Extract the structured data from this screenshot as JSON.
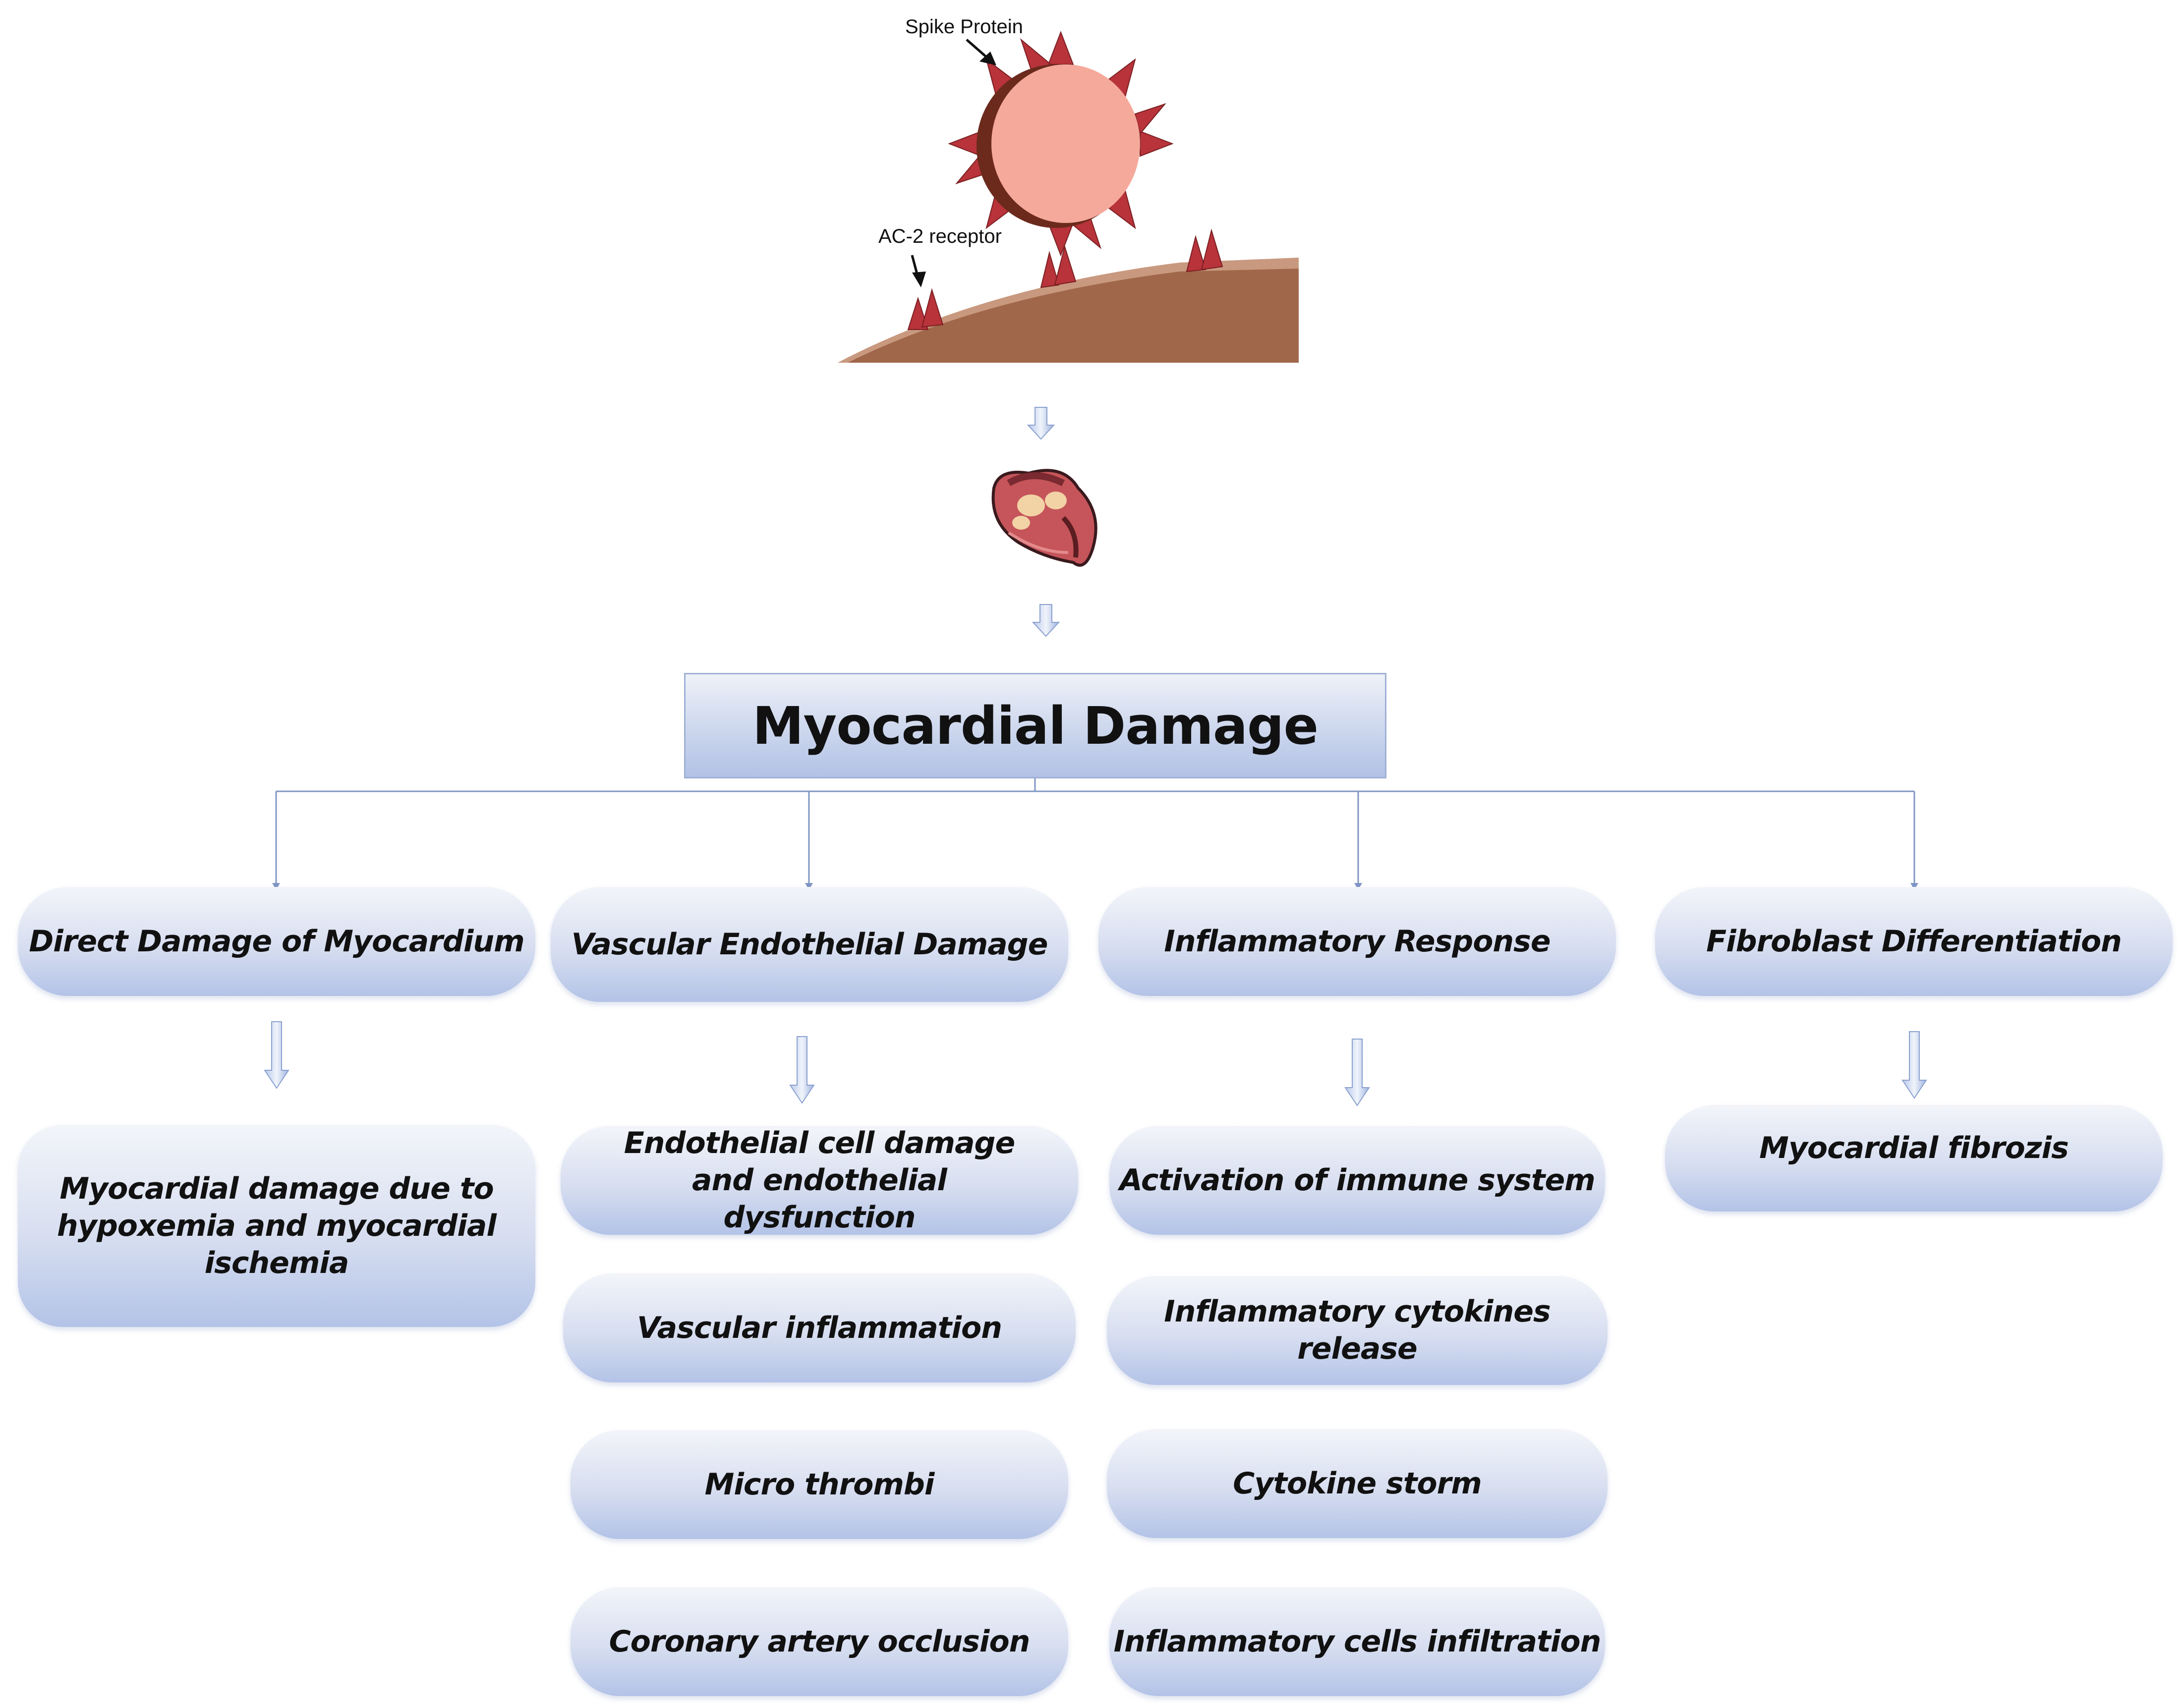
{
  "illustration": {
    "spike_label": "Spike Protein",
    "receptor_label": "AC-2 receptor",
    "virus_icon": "virus-icon",
    "heart_icon": "heart-icon"
  },
  "title": "Myocardial Damage",
  "categories": [
    {
      "header": "Direct Damage  of  Myocardium",
      "items": [
        "Myocardial damage due to hypoxemia and  myocardial  ischemia"
      ]
    },
    {
      "header": "Vascular Endothelial Damage",
      "items": [
        "Endothelial cell damage and endothelial dysfunction",
        "Vascular inflammation",
        "Micro thrombi",
        "Coronary artery occlusion"
      ]
    },
    {
      "header": "Inflammatory Response",
      "items": [
        "Activation of immune system",
        "Inflammatory cytokines release",
        "Cytokine storm",
        "Inflammatory cells infiltration"
      ]
    },
    {
      "header": "Fibroblast  Differentiation",
      "items": [
        "Myocardial  fibrozis"
      ]
    }
  ],
  "colors": {
    "box_fill": "#c9d4ec",
    "connector": "#7f95c4",
    "spike": "#b8333a",
    "virus_body": "#f5a99b",
    "cell": "#a0674a"
  }
}
